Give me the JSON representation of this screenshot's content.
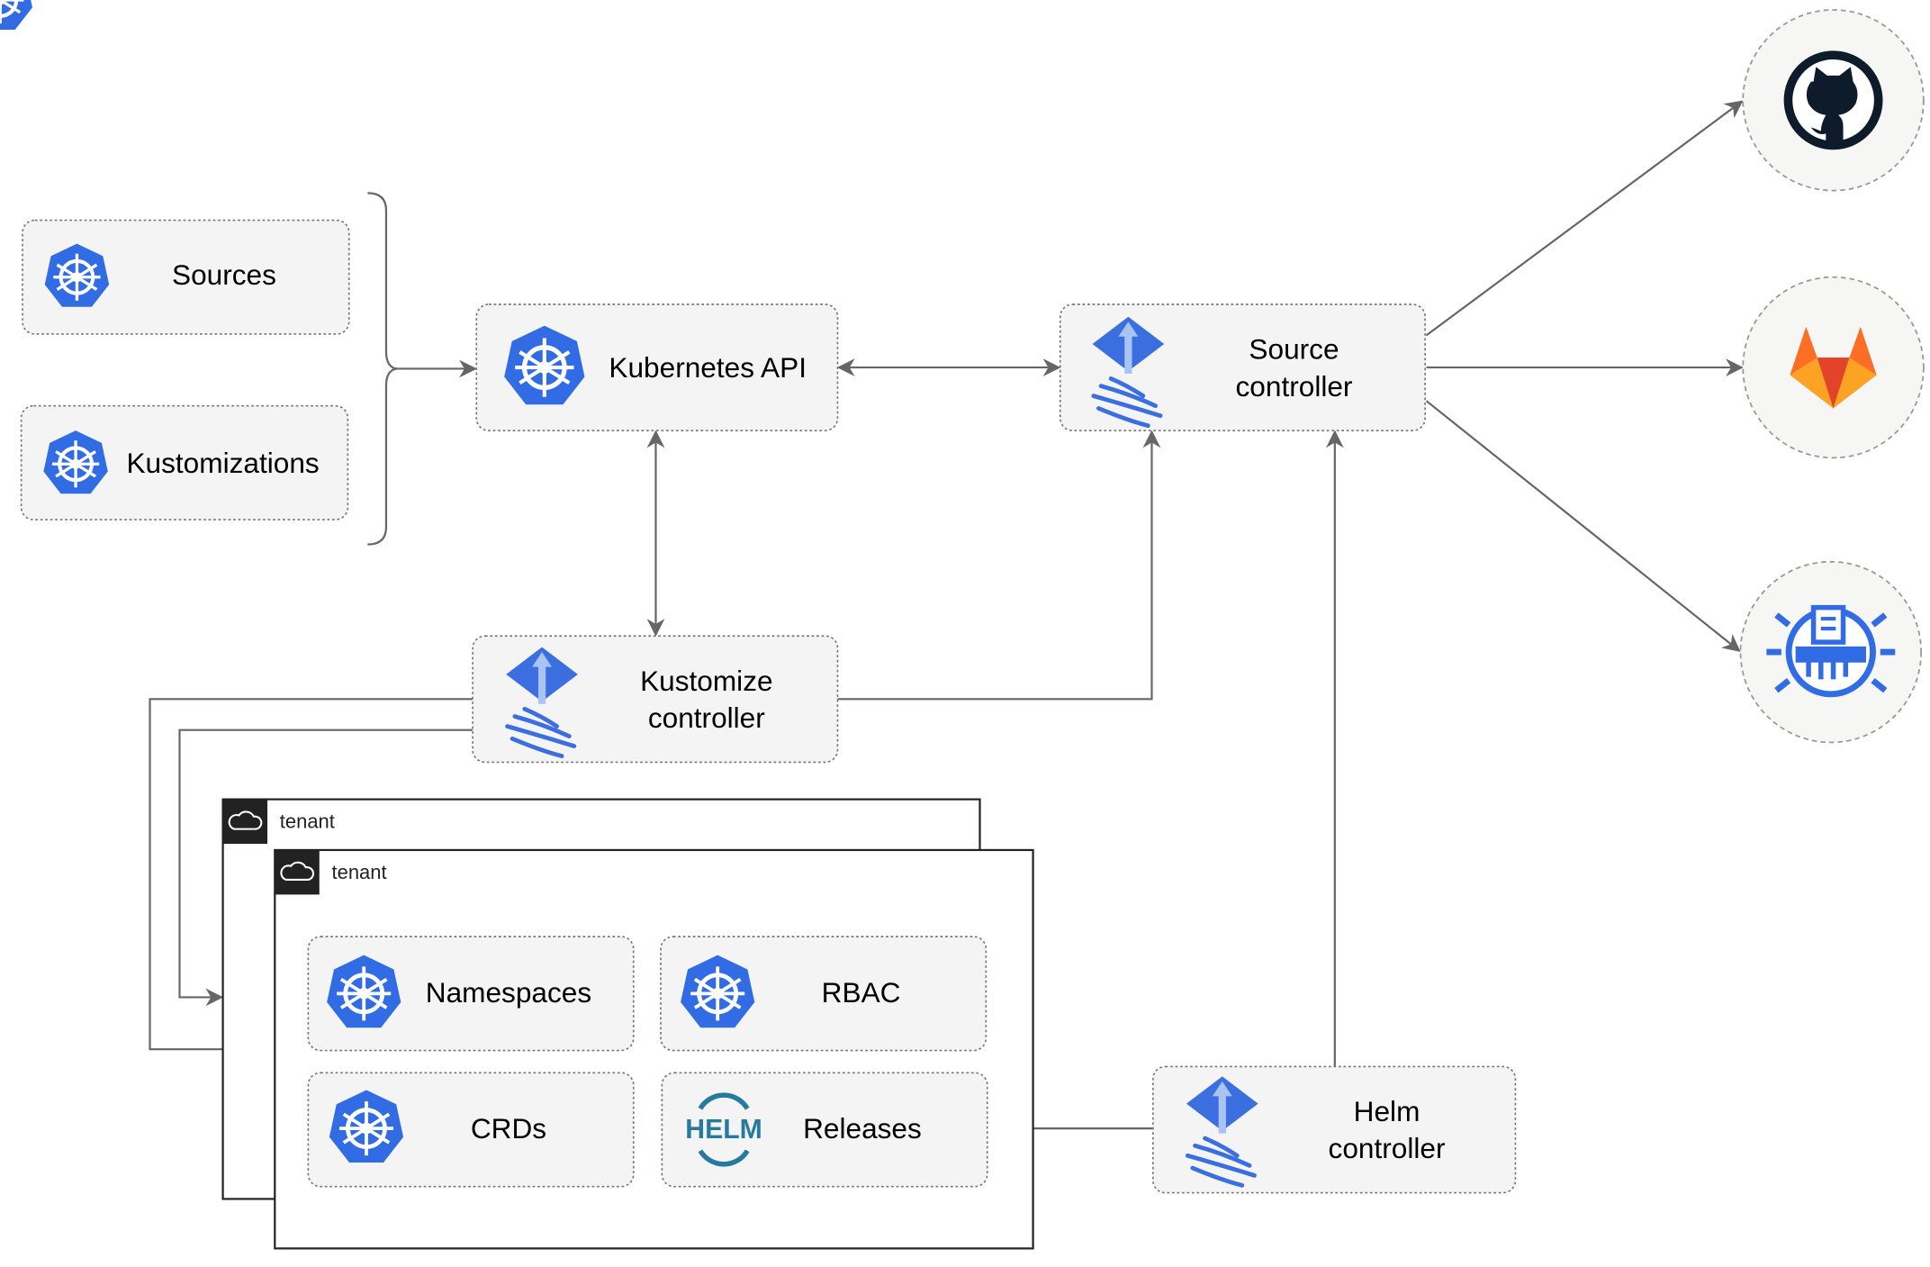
{
  "colors": {
    "kubernetes_blue": "#326ce5",
    "flux_blue": "#3b6fe0",
    "edge": "#666666",
    "node_fill": "#f4f4f4",
    "helm": "#277a9f",
    "gitlab_orange": "#e24329",
    "github_dark": "#0d1b2a"
  },
  "nodes": {
    "sources": {
      "label": "Sources",
      "icon": "kubernetes-icon"
    },
    "kustomizations": {
      "label": "Kustomizations",
      "icon": "kubernetes-icon"
    },
    "kubernetes_api": {
      "label": "Kubernetes API",
      "icon": "kubernetes-icon"
    },
    "source_controller": {
      "line1": "Source",
      "line2": "controller",
      "icon": "flux-icon"
    },
    "kustomize_controller": {
      "line1": "Kustomize",
      "line2": "controller",
      "icon": "flux-icon"
    },
    "helm_controller": {
      "line1": "Helm",
      "line2": "controller",
      "icon": "flux-icon"
    },
    "namespaces": {
      "label": "Namespaces",
      "icon": "kubernetes-icon"
    },
    "rbac": {
      "label": "RBAC",
      "icon": "kubernetes-icon"
    },
    "crds": {
      "label": "CRDs",
      "icon": "kubernetes-icon"
    },
    "releases": {
      "label": "Releases",
      "icon": "helm-icon",
      "icon_text": "HELM"
    }
  },
  "tenants": [
    {
      "label": "tenant",
      "icon": "cloud-icon"
    },
    {
      "label": "tenant",
      "icon": "cloud-icon"
    }
  ],
  "external_sources": [
    {
      "icon": "github-icon"
    },
    {
      "icon": "gitlab-icon"
    },
    {
      "icon": "bucket-icon"
    }
  ]
}
